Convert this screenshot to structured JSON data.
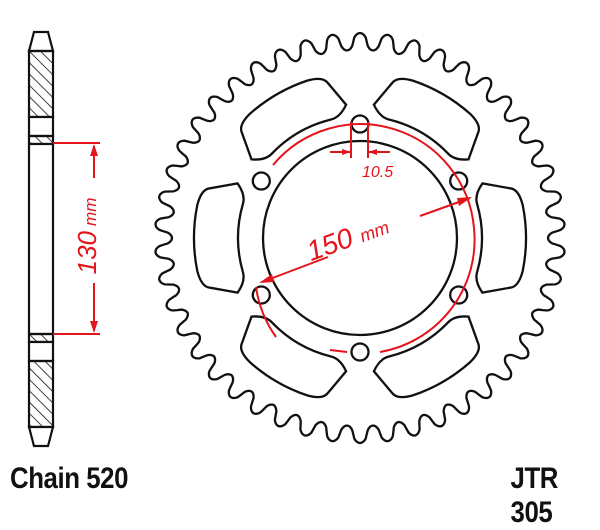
{
  "diagram": {
    "type": "rear-sprocket-technical-drawing",
    "colors": {
      "outline": "#111111",
      "dimension": "#e4141c",
      "background": "#ffffff"
    },
    "chain_label": "Chain 520",
    "part_label": "JTR 305",
    "side_view": {
      "dimension_value": "130",
      "dimension_unit": "mm"
    },
    "front_view": {
      "bolt_circle_value": "150",
      "bolt_circle_unit": "mm",
      "bolt_hole_value": "10.5",
      "bolt_hole_count": 6,
      "lightening_cutouts": 6,
      "teeth": 46
    }
  }
}
